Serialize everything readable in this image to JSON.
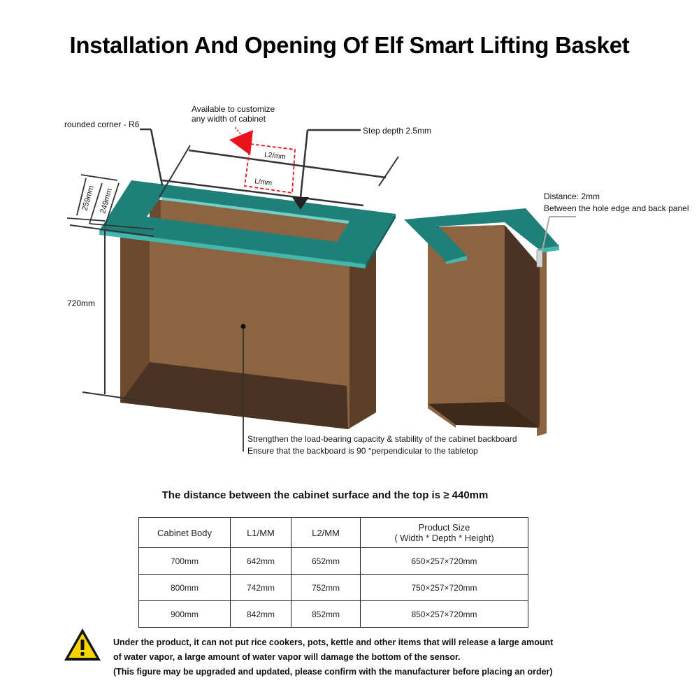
{
  "title": "Installation And Opening Of Elf Smart Lifting Basket",
  "annotations": {
    "customize_line1": "Available to customize",
    "customize_line2": "any width of cabinet",
    "rounded_corner": "rounded corner - R6",
    "step_depth": "Step depth 2.5mm",
    "l2": "L2/mm",
    "l": "L/mm",
    "depth_outer": "259mm",
    "depth_inner": "249mm",
    "height": "720mm",
    "distance_line1": "Distance: 2mm",
    "distance_line2": "Between the hole edge and back panel",
    "backboard_line1": "Strengthen the load-bearing capacity & stability of the cabinet backboard",
    "backboard_line2": "Ensure that the backboard is 90 °perpendicular to the tabletop"
  },
  "subheading": "The distance between the cabinet surface and the top is ≥ 440mm",
  "table": {
    "headers": [
      "Cabinet Body",
      "L1/MM",
      "L2/MM",
      "Product Size",
      "( Width * Depth * Height)"
    ],
    "rows": [
      [
        "700mm",
        "642mm",
        "652mm",
        "650×257×720mm"
      ],
      [
        "800mm",
        "742mm",
        "752mm",
        "750×257×720mm"
      ],
      [
        "900mm",
        "842mm",
        "852mm",
        "850×257×720mm"
      ]
    ]
  },
  "warning": {
    "line1": "Under the product, it can not put rice cookers, pots, kettle and other items that will release a large amount",
    "line2": "of water vapor, a large amount of water vapor will damage the bottom of the sensor.",
    "line3": "(This figure may be upgraded and updated, please confirm with the manufacturer before placing an order)",
    "icon": "warning-triangle-icon",
    "icon_color": "#f5d400"
  },
  "colors": {
    "cabinet_front": "#8c6440",
    "cabinet_inner": "#4a3322",
    "cabinet_side": "#5b3e27",
    "countertop": "#1e8078",
    "countertop_edge": "#43b6ad",
    "arrow_red": "#e8141c"
  }
}
